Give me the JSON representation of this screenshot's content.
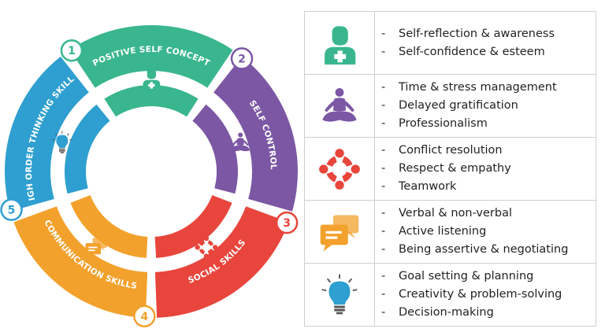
{
  "wheel": {
    "segments": [
      {
        "number": "1",
        "title": "POSITIVE SELF CONCEPT",
        "color": "#39b68e",
        "icon": "person-plus-icon"
      },
      {
        "number": "2",
        "title": "SELF CONTROL",
        "color": "#7b57a4",
        "icon": "meditation-icon"
      },
      {
        "number": "3",
        "title": "SOCIAL SKILLS",
        "color": "#e8453c",
        "icon": "team-circle-icon"
      },
      {
        "number": "4",
        "title": "COMMUNICATION SKILLS",
        "color": "#f2a12c",
        "icon": "speech-bubbles-icon"
      },
      {
        "number": "5",
        "title": "HIGH ORDER THINKING SKILLS",
        "color": "#2e9fd0",
        "icon": "lightbulb-icon"
      }
    ]
  },
  "skills_table": {
    "rows": [
      {
        "icon": "person-plus-icon",
        "color": "#39b68e",
        "items": [
          "Self-reflection & awareness",
          "Self-confidence & esteem"
        ]
      },
      {
        "icon": "meditation-icon",
        "color": "#7b57a4",
        "items": [
          "Time & stress management",
          "Delayed gratification",
          "Professionalism"
        ]
      },
      {
        "icon": "team-circle-icon",
        "color": "#e8453c",
        "items": [
          "Conflict resolution",
          "Respect & empathy",
          "Teamwork"
        ]
      },
      {
        "icon": "speech-bubbles-icon",
        "color": "#f2a12c",
        "items": [
          "Verbal & non-verbal",
          "Active listening",
          "Being assertive & negotiating"
        ]
      },
      {
        "icon": "lightbulb-icon",
        "color": "#2e9fd0",
        "items": [
          "Goal setting & planning",
          "Creativity & problem-solving",
          "Decision-making"
        ]
      }
    ]
  }
}
